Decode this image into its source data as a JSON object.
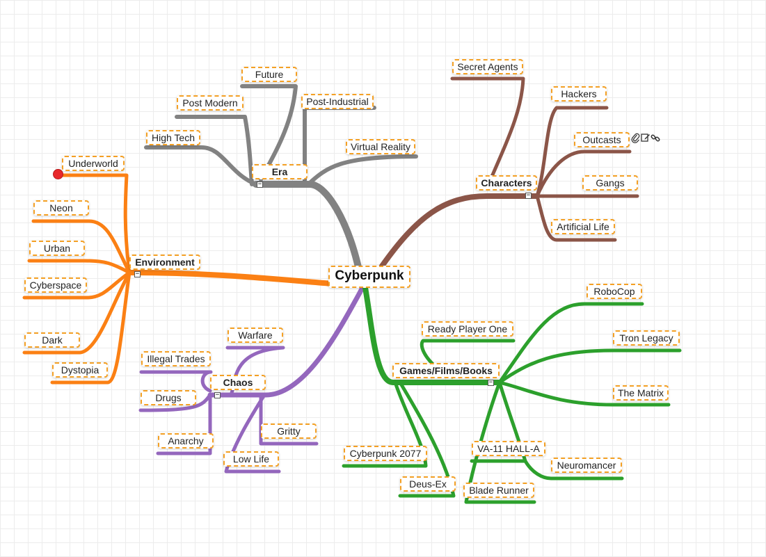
{
  "mindmap": {
    "root": "Cyberpunk",
    "colors": {
      "era": "#828282",
      "characters": "#8b5548",
      "environment": "#fb8014",
      "chaos": "#9467bd",
      "media": "#2ca02c",
      "node_border": "#f4a024",
      "marker": "#e8282b"
    },
    "branches": {
      "era": {
        "label": "Era",
        "toggle": "−",
        "children": [
          "Future",
          "Post Modern",
          "Post-Industrial",
          "High Tech",
          "Virtual Reality"
        ]
      },
      "characters": {
        "label": "Characters",
        "toggle": "−",
        "children": [
          "Secret Agents",
          "Hackers",
          "Outcasts",
          "Gangs",
          "Artificial Life"
        ]
      },
      "environment": {
        "label": "Environment",
        "toggle": "−",
        "children": [
          "Underworld",
          "Neon",
          "Urban",
          "Cyberspace",
          "Dark",
          "Dystopia"
        ]
      },
      "chaos": {
        "label": "Chaos",
        "toggle": "−",
        "children": [
          "Warfare",
          "Illegal Trades",
          "Drugs",
          "Anarchy",
          "Gritty",
          "Low Life"
        ]
      },
      "media": {
        "label": "Games/Films/Books",
        "toggle": "−",
        "children": [
          "RoboCop",
          "Ready Player One",
          "Tron Legacy",
          "The Matrix",
          "Cyberpunk 2077",
          "VA-11 HALL-A",
          "Neuromancer",
          "Deus-Ex",
          "Blade Runner"
        ]
      }
    },
    "node_actions": [
      "paperclip-icon",
      "edit-note-icon",
      "link-icon"
    ]
  }
}
